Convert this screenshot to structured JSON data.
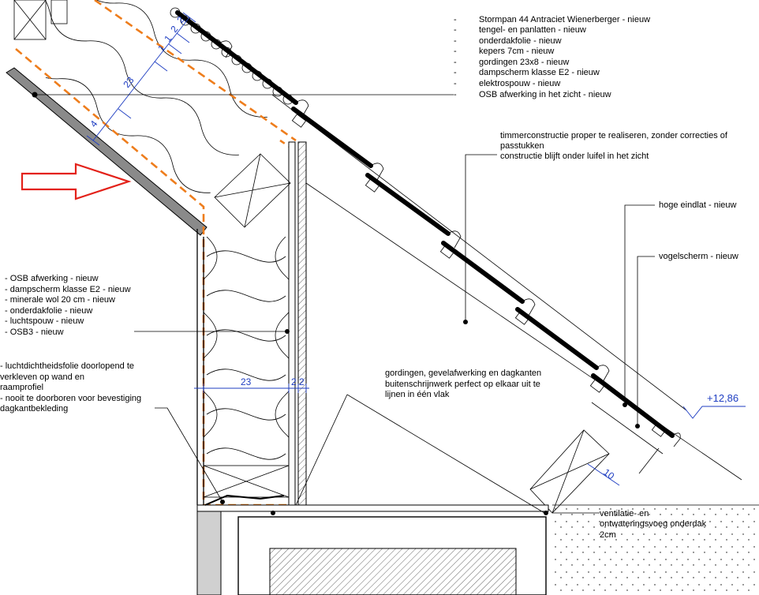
{
  "roof_labels": [
    "Stormpan 44 Antraciet Wienerberger - nieuw",
    "tengel- en panlatten - nieuw",
    "onderdakfolie - nieuw",
    "kepers 7cm - nieuw",
    "gordingen 23x8 - nieuw",
    "dampscherm klasse E2 - nieuw",
    "elektrospouw - nieuw",
    "OSB afwerking in het zicht - nieuw"
  ],
  "roof_bullet": "-",
  "timber_note": [
    "timmerconstructie proper te realiseren, zonder correcties of",
    "passtukken",
    "constructie blijft onder luifel in het zicht"
  ],
  "eindlat_label": "hoge eindlat - nieuw",
  "vogelscherm_label": "vogelscherm - nieuw",
  "wall_labels": [
    "- OSB afwerking - nieuw",
    "- dampscherm klasse E2 - nieuw",
    "- minerale wol 20 cm - nieuw",
    "- onderdakfolie - nieuw",
    "- luchtspouw - nieuw",
    "- OSB3 - nieuw"
  ],
  "folie_note": [
    "- luchtdichtheidsfolie doorlopend te",
    "verkleven op wand en",
    "raamprofiel",
    "-  nooit te doorboren voor bevestiging",
    "dagkantbekleding"
  ],
  "gording_note": [
    "gordingen, gevelafwerking en dagkanten",
    "buitenschrijnwerk perfect op elkaar uit te",
    "lijnen in één vlak"
  ],
  "ventilatie_note": [
    "ventilatie- en",
    "ontwateringsvoeg onderdak",
    "2cm"
  ],
  "level_label": "+12,86",
  "dimensions": {
    "wall_insulation": "23",
    "wall_cavity": "2",
    "wall_cavity2": "2",
    "roof_insulation": "23",
    "roof_osb": "4",
    "roof_lath_a": "1",
    "roof_lath_b": "1",
    "roof_lath_c": "2",
    "roof_lath_d": "2",
    "beam": "10"
  },
  "colors": {
    "membrane": "#ee7d1c",
    "dimension": "#1f3ec2",
    "arrow": "#e32119"
  }
}
